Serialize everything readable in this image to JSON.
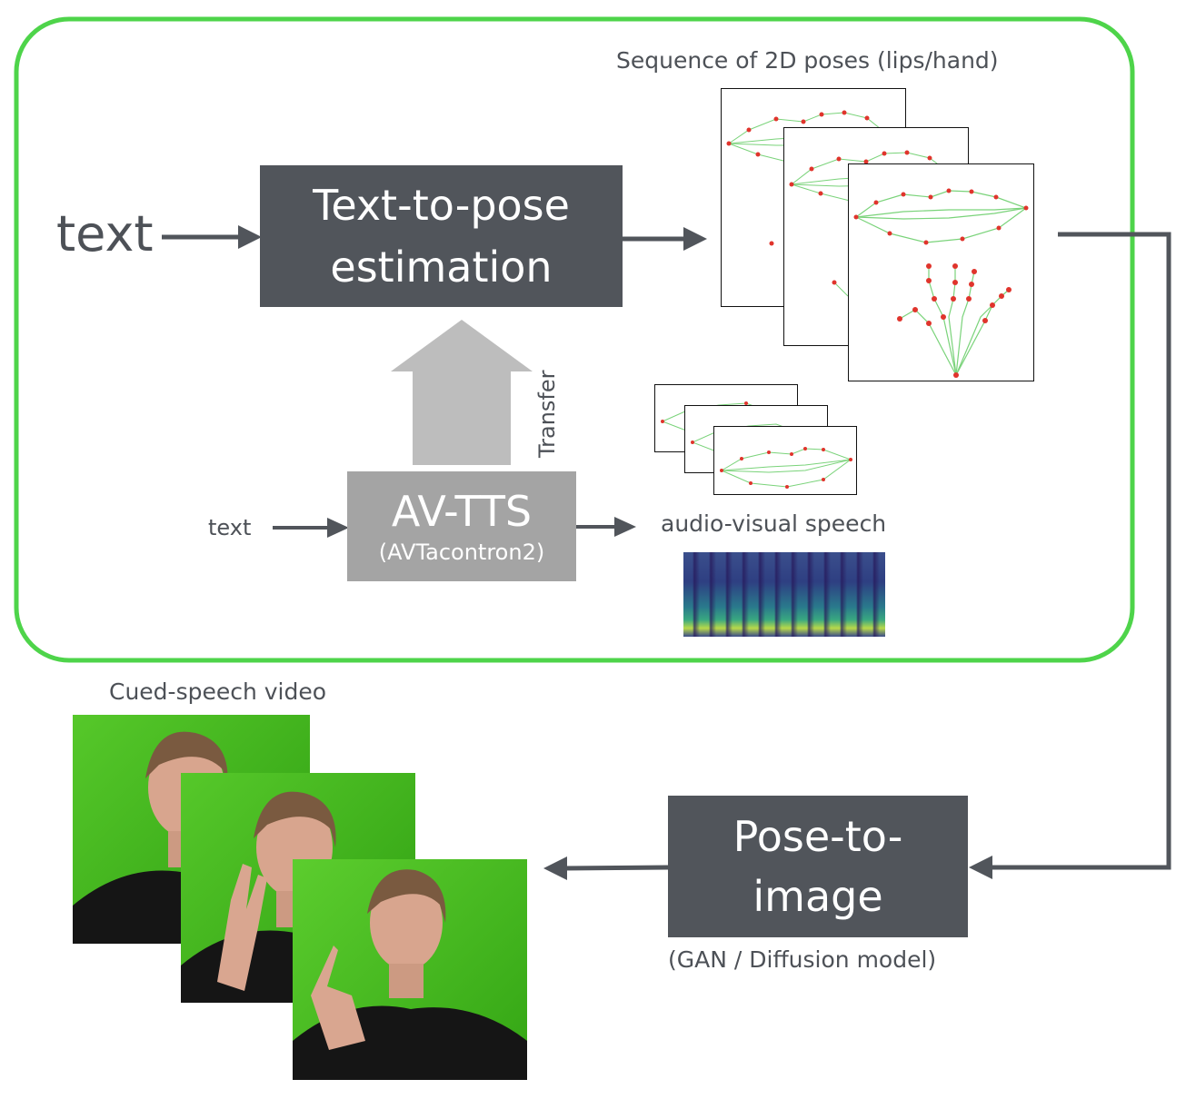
{
  "labels": {
    "text_main": "text",
    "text_small": "text",
    "transfer": "Transfer",
    "poses_title": "Sequence of 2D poses (lips/hand)",
    "audio_visual": "audio-visual speech",
    "cued_video": "Cued-speech video",
    "pose_to_image_note": "(GAN / Diffusion model)"
  },
  "boxes": {
    "text_to_pose": [
      "Text-to-pose",
      "estimation"
    ],
    "av_tts": {
      "title": "AV-TTS",
      "subtitle": "(AVTacontron2)"
    },
    "pose_to_image": [
      "Pose-to-",
      "image"
    ]
  },
  "colors": {
    "frame_border": "#4ed44a",
    "dark_box": "#51555b",
    "grey_box": "#a4a4a4",
    "arrow": "#51555b",
    "transfer_arrow": "#bdbdbd",
    "green_screen": "#3fbf1a"
  }
}
